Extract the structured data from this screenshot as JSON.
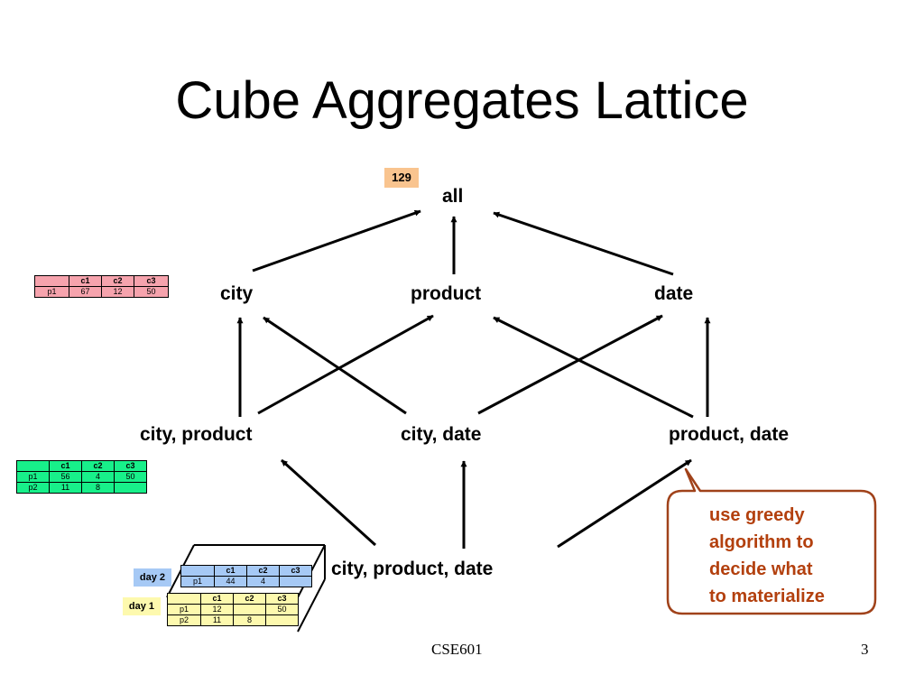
{
  "slide": {
    "title": "Cube Aggregates Lattice",
    "footer_center": "CSE601",
    "page_number": "3"
  },
  "nodes": {
    "all": "all",
    "city": "city",
    "product": "product",
    "date": "date",
    "city_product": "city, product",
    "city_date": "city, date",
    "product_date": "product, date",
    "city_product_date": "city, product, date"
  },
  "all_badge": "129",
  "tables": {
    "city": {
      "header": [
        "",
        "c1",
        "c2",
        "c3"
      ],
      "rows": [
        [
          "p1",
          "67",
          "12",
          "50"
        ]
      ],
      "color": "#f6a3ad"
    },
    "city_product": {
      "header": [
        "",
        "c1",
        "c2",
        "c3"
      ],
      "rows": [
        [
          "p1",
          "56",
          "4",
          "50"
        ],
        [
          "p2",
          "11",
          "8",
          ""
        ]
      ],
      "color": "#18f08a"
    },
    "day2": {
      "label": "day 2",
      "header": [
        "",
        "c1",
        "c2",
        "c3"
      ],
      "rows": [
        [
          "p1",
          "44",
          "4",
          ""
        ]
      ],
      "color": "#a6c9f5"
    },
    "day1": {
      "label": "day 1",
      "header": [
        "",
        "c1",
        "c2",
        "c3"
      ],
      "rows": [
        [
          "p1",
          "12",
          "",
          "50"
        ],
        [
          "p2",
          "11",
          "8",
          ""
        ]
      ],
      "color": "#fdf9ae"
    }
  },
  "callout": {
    "lines": [
      "use greedy",
      "algorithm to",
      "decide what",
      "to materialize"
    ],
    "color": "#b3400e"
  }
}
